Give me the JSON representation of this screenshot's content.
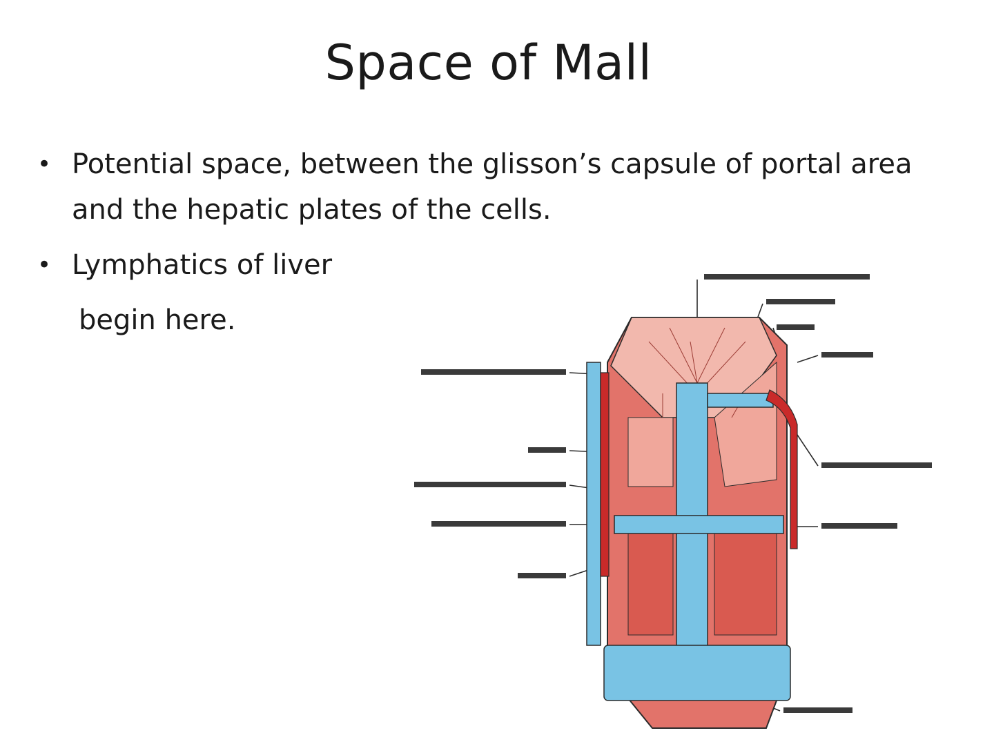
{
  "slide": {
    "title": "Space of Mall",
    "bullets": [
      {
        "text": "Potential space, between the glisson’s capsule of portal area and the hepatic plates of the cells.",
        "continuation": ""
      },
      {
        "text": "Lymphatics of liver",
        "continuation": "begin here."
      }
    ],
    "bullet_symbol": "•"
  },
  "diagram": {
    "colors": {
      "parenchyma": "#e2736a",
      "parenchyma_light": "#f2b8ad",
      "vessel_blue": "#79c3e4",
      "vessel_red": "#c92a2a",
      "outline": "#2b2b2b"
    }
  }
}
